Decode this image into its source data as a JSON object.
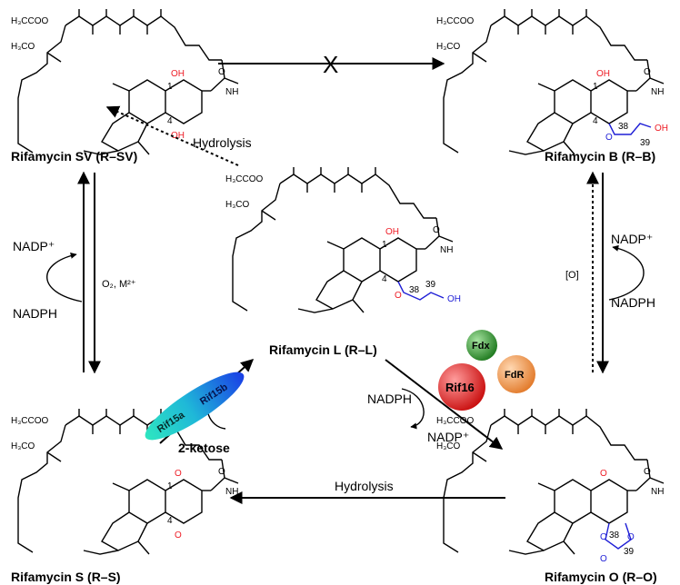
{
  "compounds": {
    "sv": "Rifamycin SV (R–SV)",
    "b": "Rifamycin B (R–B)",
    "l": "Rifamycin L (R–L)",
    "s": "Rifamycin S (R–S)",
    "o": "Rifamycin O (R–O)"
  },
  "conditions": {
    "hydrolysis_top": "Hydrolysis",
    "hydrolysis_bottom": "Hydrolysis",
    "blocked": "X",
    "nadp_left": "NADP⁺",
    "nadph_left": "NADPH",
    "o2_m": "O₂, M²⁺",
    "nadp_right": "NADP⁺",
    "nadph_right": "NADPH",
    "oxid": "[O]",
    "nadph_center": "NADPH",
    "nadp_center": "NADP⁺",
    "ketose": "2-ketose"
  },
  "enzymes": {
    "rif15a": "Rif15a",
    "rif15b": "Rif15b",
    "fdx": "Fdx",
    "fdr": "FdR",
    "rif16": "Rif16"
  },
  "atoms": {
    "h3ccoo": "H₃CCOO",
    "h3co": "H₃CO",
    "oh": "OH",
    "o": "O",
    "nh": "NH",
    "n1": "1",
    "n4": "4",
    "n38": "38",
    "n39": "39"
  },
  "colors": {
    "red_atoms": "#ee1c25",
    "blue_atoms": "#1f1fd6",
    "rif15a": "#22d3b6",
    "rif15b": "#1a4fe0",
    "fdx": "#2e9e2e",
    "fdr": "#f39a4d",
    "rif16": "#e81d1d"
  }
}
